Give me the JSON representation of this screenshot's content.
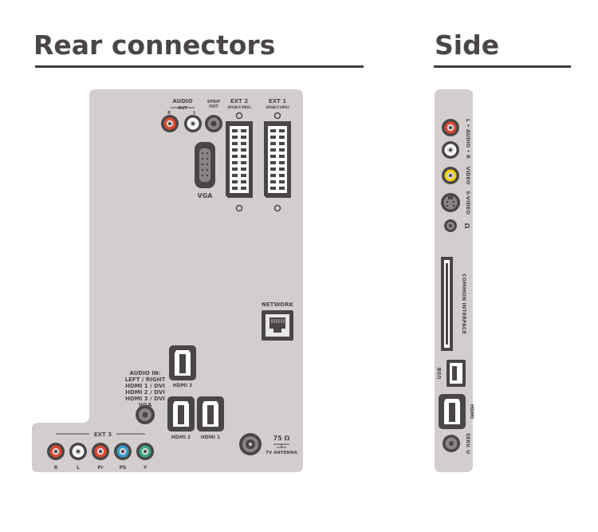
{
  "headings": {
    "rear": "Rear connectors",
    "side": "Side"
  },
  "rear": {
    "audio_out": "AUDIO",
    "audio_out_sub": "OUT",
    "audio_out_r": "R",
    "audio_out_l": "L",
    "spdif_1": "SPDIF",
    "spdif_2": "OUT",
    "ext2": "EXT 2",
    "ext2_sub": "(RGB/CVBS)",
    "ext1": "EXT 1",
    "ext1_sub": "(RGB/CVBS)",
    "vga": "VGA",
    "network": "NETWORK",
    "audio_in_lines": [
      "AUDIO IN:",
      "LEFT / RIGHT",
      "HDMI 1 / DVI",
      "HDMI 2 / DVI",
      "HDMI 3 / DVI",
      "VGA"
    ],
    "hdmi3": "HDMI 3",
    "hdmi2": "HDMI 2",
    "hdmi1": "HDMI 1",
    "ext3": "EXT 3",
    "ext3_r": "R",
    "ext3_l": "L",
    "ext3_pr": "Pr",
    "ext3_pb": "Pb",
    "ext3_y": "Y",
    "ohm": "75 Ω",
    "antenna": "TV ANTENNA"
  },
  "side": {
    "audio": "L • AUDIO • R",
    "video": "VIDEO",
    "svideo": "S-VIDEO",
    "headphone": "Ω",
    "common_interface": "COMMON INTERFACE",
    "usb": "USB",
    "hdmi": "HDMI",
    "serv": "SERV. U"
  },
  "colors": {
    "panel": "#d3cecd",
    "red": "#e0472f",
    "white": "#ffffff",
    "yellow": "#f2d000",
    "blue": "#2e9fd1",
    "green": "#35a882",
    "dark": "#4a4647"
  }
}
